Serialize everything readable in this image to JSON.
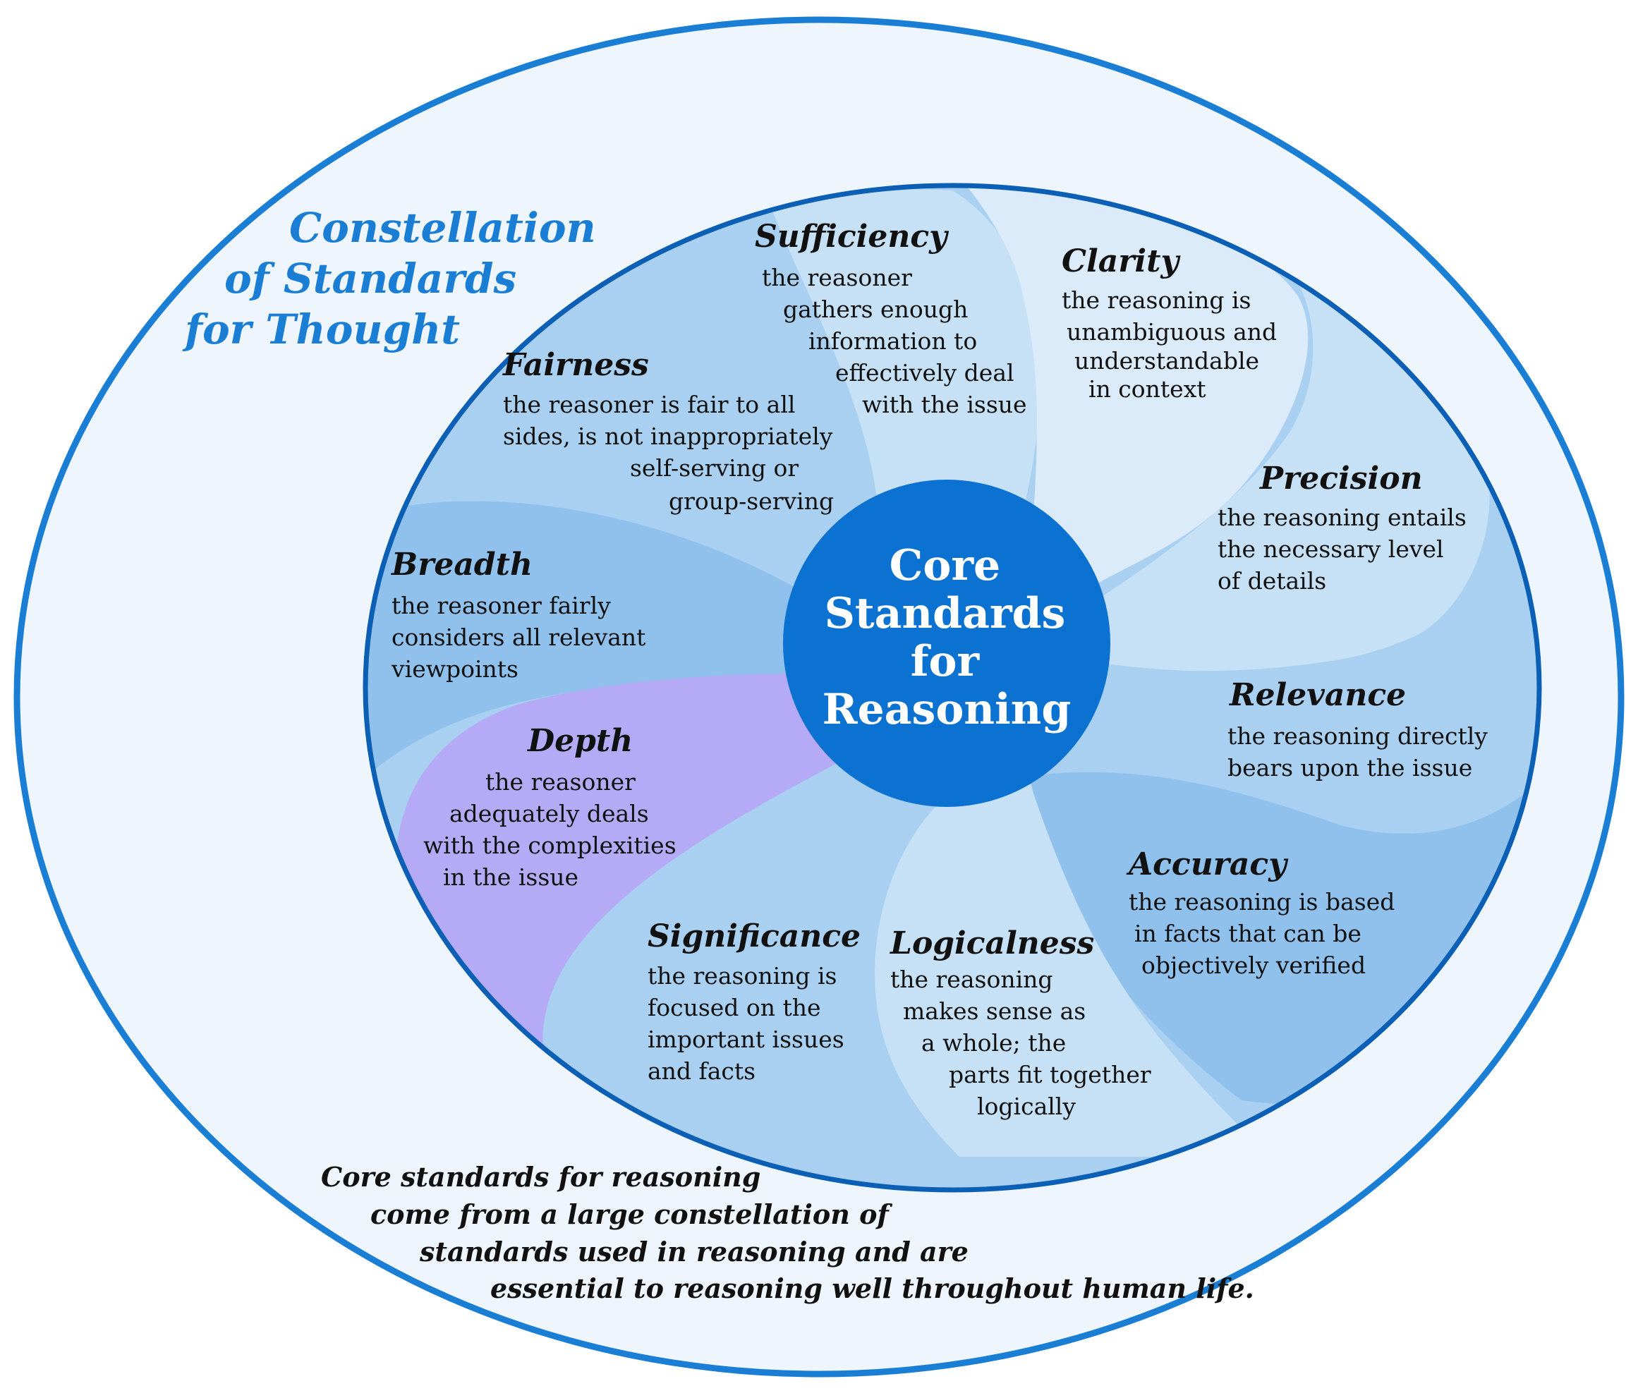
{
  "title_lines": [
    "Constellation",
    "of Standards",
    "for Thought"
  ],
  "core_lines": [
    "Core",
    "Standards",
    "for",
    "Reasoning"
  ],
  "standards": {
    "sufficiency": {
      "name": "Sufficiency",
      "lines": [
        "the reasoner",
        "gathers enough",
        "information to",
        "effectively deal",
        "with the issue"
      ]
    },
    "clarity": {
      "name": "Clarity",
      "lines": [
        "the reasoning is",
        "unambiguous and",
        "understandable",
        "in context"
      ]
    },
    "precision": {
      "name": "Precision",
      "lines": [
        "the reasoning entails",
        "the necessary level",
        "of details"
      ]
    },
    "relevance": {
      "name": "Relevance",
      "lines": [
        "the reasoning directly",
        "bears upon the issue"
      ]
    },
    "accuracy": {
      "name": "Accuracy",
      "lines": [
        "the reasoning is based",
        "in facts that can be",
        "objectively verified"
      ]
    },
    "logicalness": {
      "name": "Logicalness",
      "lines": [
        "the reasoning",
        "makes sense as",
        "a whole; the",
        "parts fit together",
        "logically"
      ]
    },
    "significance": {
      "name": "Significance",
      "lines": [
        "the reasoning is",
        "focused on the",
        "important issues",
        "and facts"
      ]
    },
    "depth": {
      "name": "Depth",
      "lines": [
        "the reasoner",
        "adequately deals",
        "with the complexities",
        "in the issue"
      ]
    },
    "breadth": {
      "name": "Breadth",
      "lines": [
        "the reasoner fairly",
        "considers all relevant",
        "viewpoints"
      ]
    },
    "fairness": {
      "name": "Fairness",
      "lines": [
        "the reasoner is fair to all",
        "sides, is not inappropriately",
        "self-serving or",
        "group-serving"
      ]
    }
  },
  "footer_lines": [
    "Core standards for reasoning",
    "come from a large constellation of",
    "standards used in reasoning and are",
    "essential to reasoning well throughout human life."
  ],
  "colors": {
    "outer_fill": "#eef5fc",
    "outer_stroke": "#1a7fd4",
    "petal_light": "#c6e0f5",
    "petal_mid": "#a9d0f1",
    "petal_dark": "#8fc1ec",
    "depth_petal": "#b4aaf5",
    "core_fill": "#0b72d1",
    "title": "#1a7fd4"
  }
}
